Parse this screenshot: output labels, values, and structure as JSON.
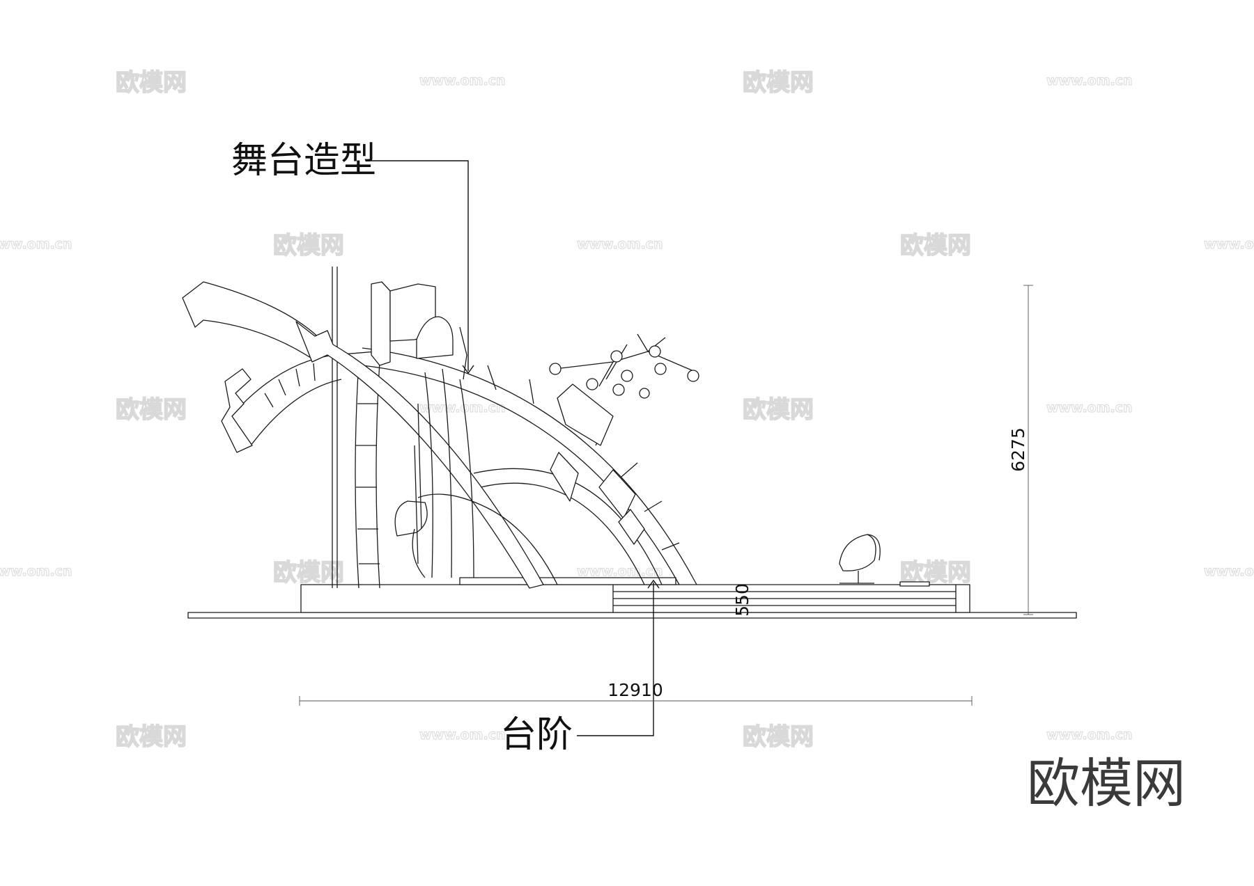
{
  "labels": {
    "stage_shape": "舞台造型",
    "steps": "台阶"
  },
  "dimensions": {
    "overall_width": "12910",
    "overall_height": "6275",
    "step_height": "550"
  },
  "watermark": {
    "brand": "欧模网",
    "url": "www.om.cn"
  },
  "colors": {
    "line": "#1a1a1a",
    "watermark": "#d9d9d9",
    "brand": "#3a3a3a"
  }
}
